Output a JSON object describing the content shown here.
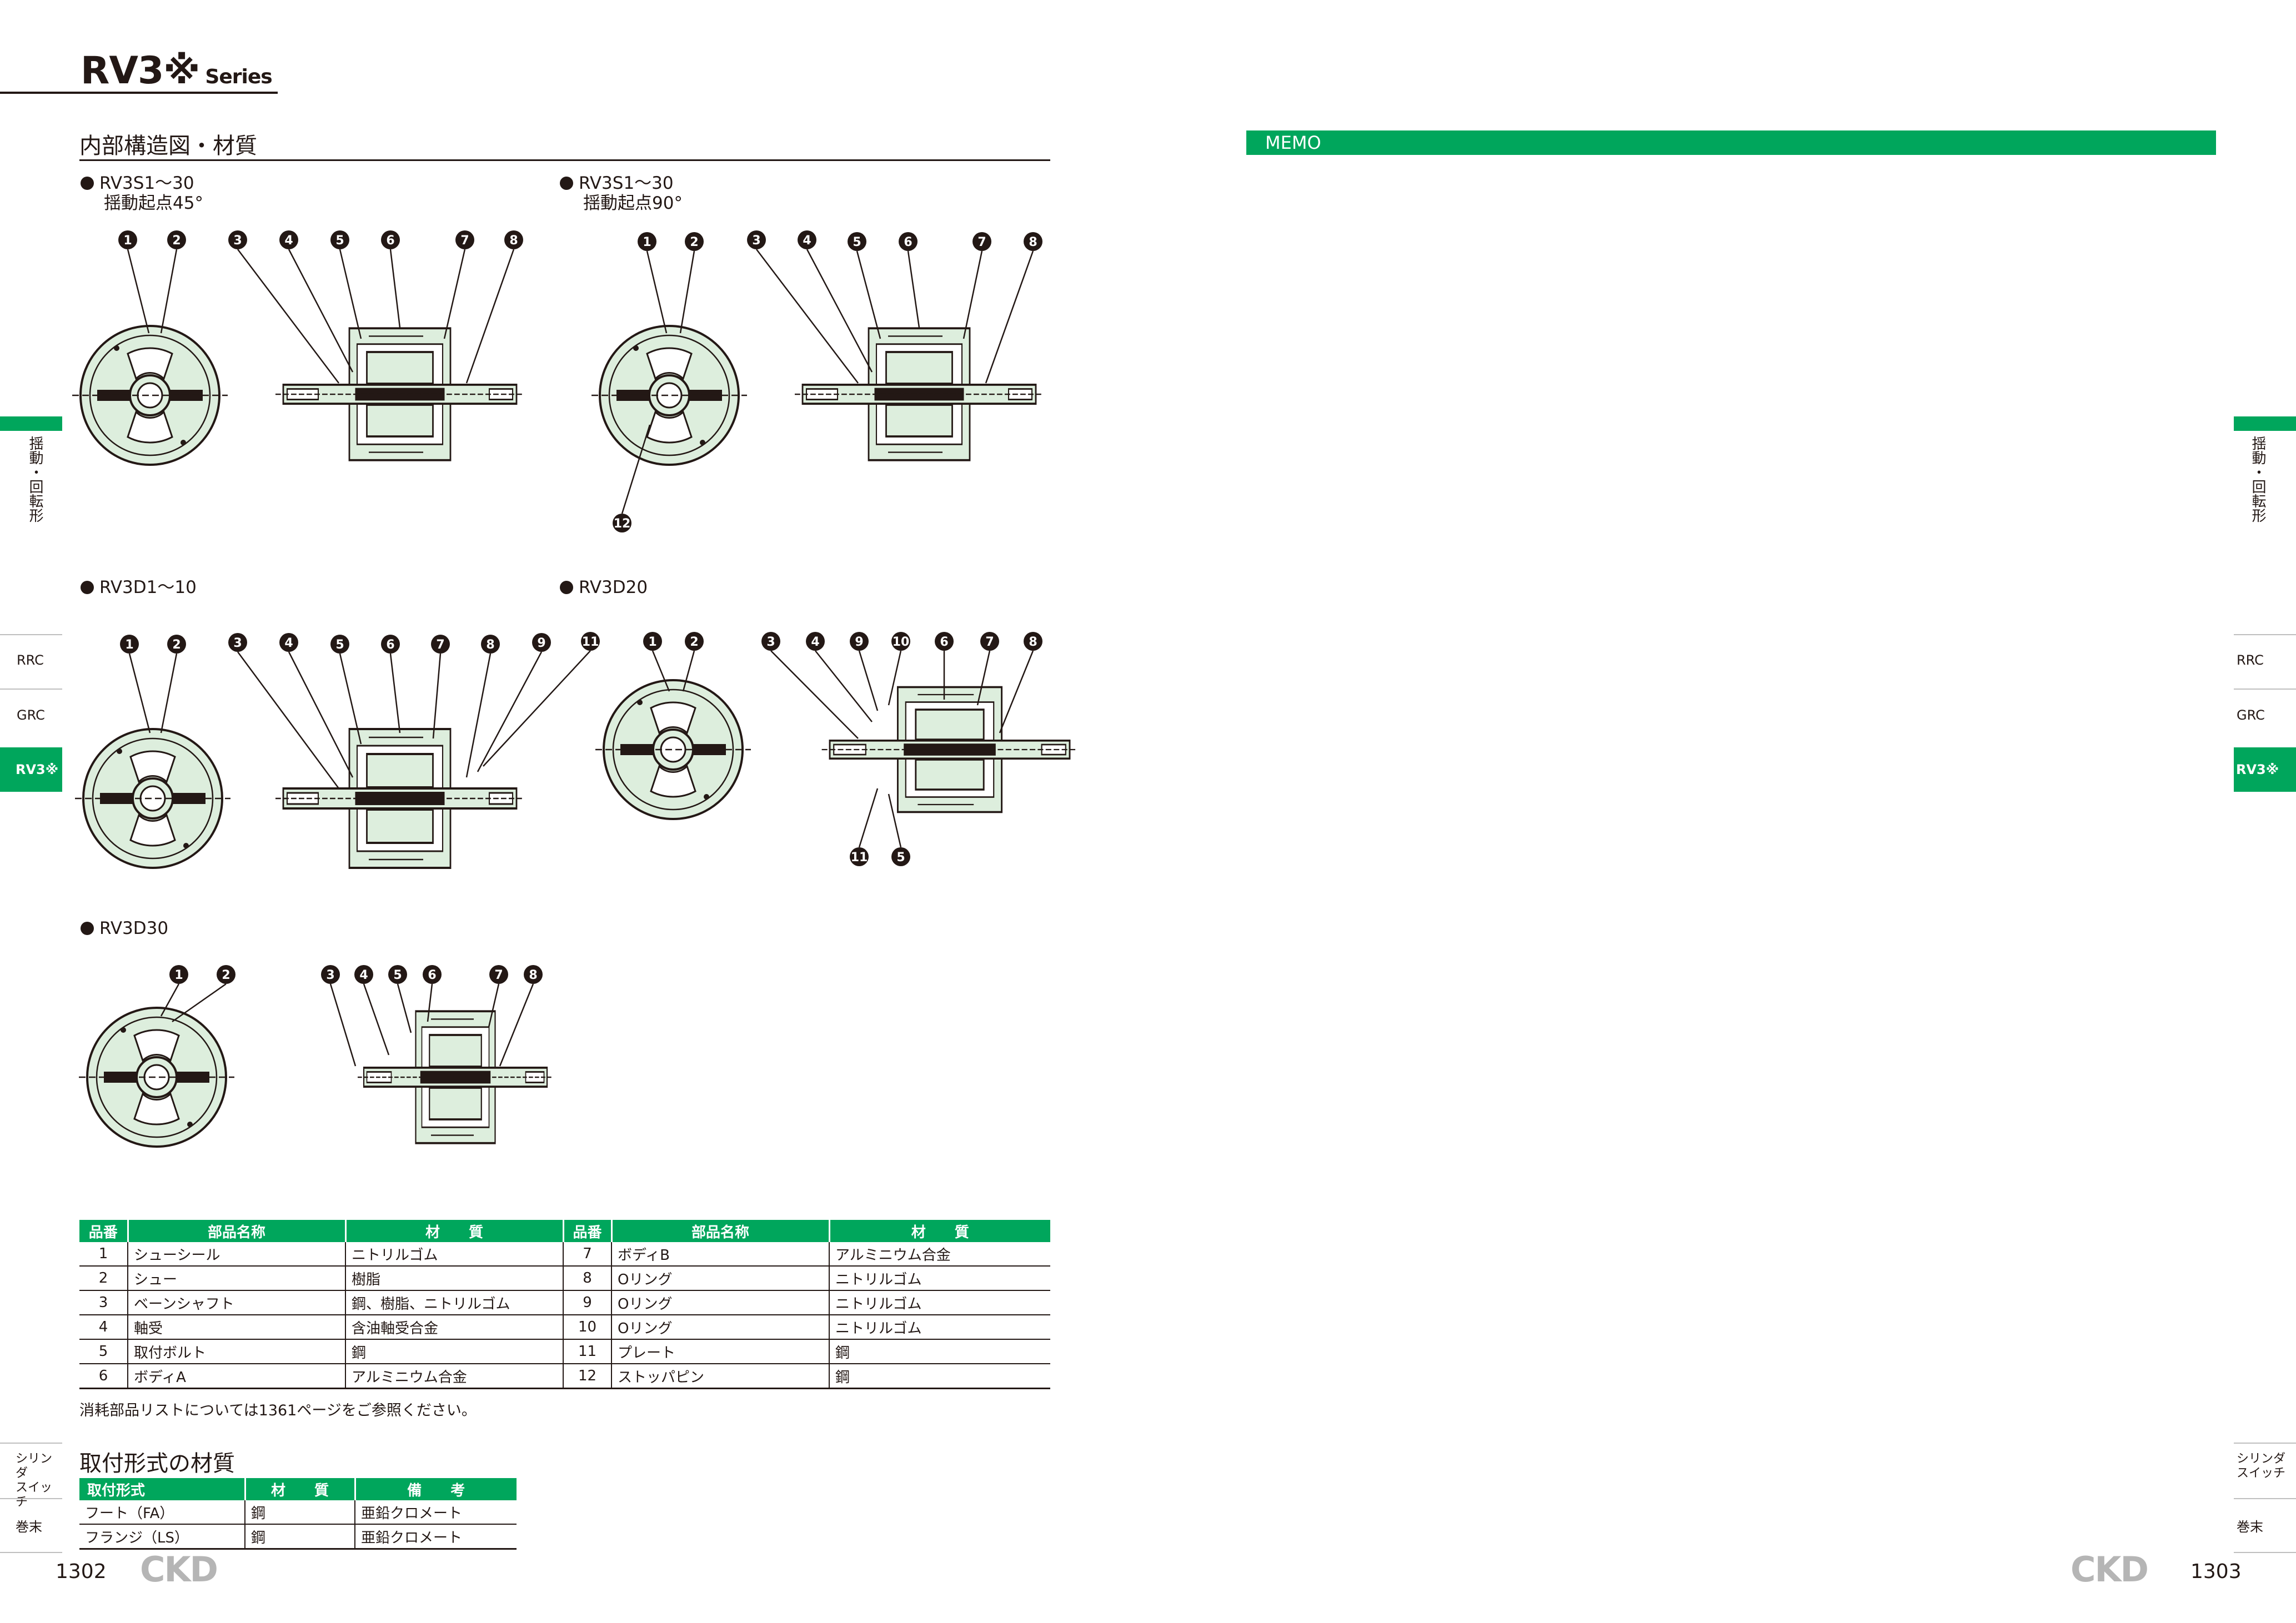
{
  "header": {
    "series_main": "RV3※",
    "series_sub": "Series"
  },
  "section1_title": "内部構造図・材質",
  "diagrams": [
    {
      "label": "RV3S1～30",
      "sublabel": "揺動起点45°",
      "parts": [
        "1",
        "2",
        "3",
        "4",
        "5",
        "6",
        "7",
        "8"
      ]
    },
    {
      "label": "RV3S1～30",
      "sublabel": "揺動起点90°",
      "parts": [
        "1",
        "2",
        "3",
        "4",
        "5",
        "6",
        "7",
        "8",
        "12"
      ]
    },
    {
      "label": "RV3D1～10",
      "parts": [
        "1",
        "2",
        "3",
        "4",
        "5",
        "6",
        "7",
        "8",
        "9",
        "11"
      ]
    },
    {
      "label": "RV3D20",
      "parts": [
        "1",
        "2",
        "3",
        "4",
        "9",
        "10",
        "6",
        "7",
        "8",
        "11",
        "5"
      ]
    },
    {
      "label": "RV3D30",
      "parts": [
        "1",
        "2",
        "3",
        "4",
        "5",
        "6",
        "7",
        "8"
      ]
    }
  ],
  "parts_table": {
    "headers": [
      "品番",
      "部品名称",
      "材　　質",
      "品番",
      "部品名称",
      "材　　質"
    ],
    "rows": [
      [
        "1",
        "シューシール",
        "ニトリルゴム",
        "7",
        "ボディB",
        "アルミニウム合金"
      ],
      [
        "2",
        "シュー",
        "樹脂",
        "8",
        "Oリング",
        "ニトリルゴム"
      ],
      [
        "3",
        "ベーンシャフト",
        "鋼、樹脂、ニトリルゴム",
        "9",
        "Oリング",
        "ニトリルゴム"
      ],
      [
        "4",
        "軸受",
        "含油軸受合金",
        "10",
        "Oリング",
        "ニトリルゴム"
      ],
      [
        "5",
        "取付ボルト",
        "鋼",
        "11",
        "プレート",
        "鋼"
      ],
      [
        "6",
        "ボディA",
        "アルミニウム合金",
        "12",
        "ストッパピン",
        "鋼"
      ]
    ],
    "note": "消耗部品リストについては1361ページをご参照ください。"
  },
  "section2_title": "取付形式の材質",
  "mount_table": {
    "headers": [
      "取付形式",
      "材　　質",
      "備　　考"
    ],
    "rows": [
      [
        "フート（FA）",
        "鋼",
        "亜鉛クロメート"
      ],
      [
        "フランジ（LS）",
        "鋼",
        "亜鉛クロメート"
      ]
    ]
  },
  "memo_label": "MEMO",
  "sidebar": {
    "category": "揺動・回転形",
    "nav": [
      "RRC",
      "GRC",
      "RV3※"
    ],
    "active": "RV3※",
    "bottom1": "シリンダ\nスイッチ",
    "bottom2": "巻末"
  },
  "footer": {
    "left_page": "1302",
    "right_page": "1303",
    "brand": "CKD"
  },
  "colors": {
    "accent": "#00a65c",
    "diagram_fill": "#ddeedd",
    "text": "#231815"
  }
}
